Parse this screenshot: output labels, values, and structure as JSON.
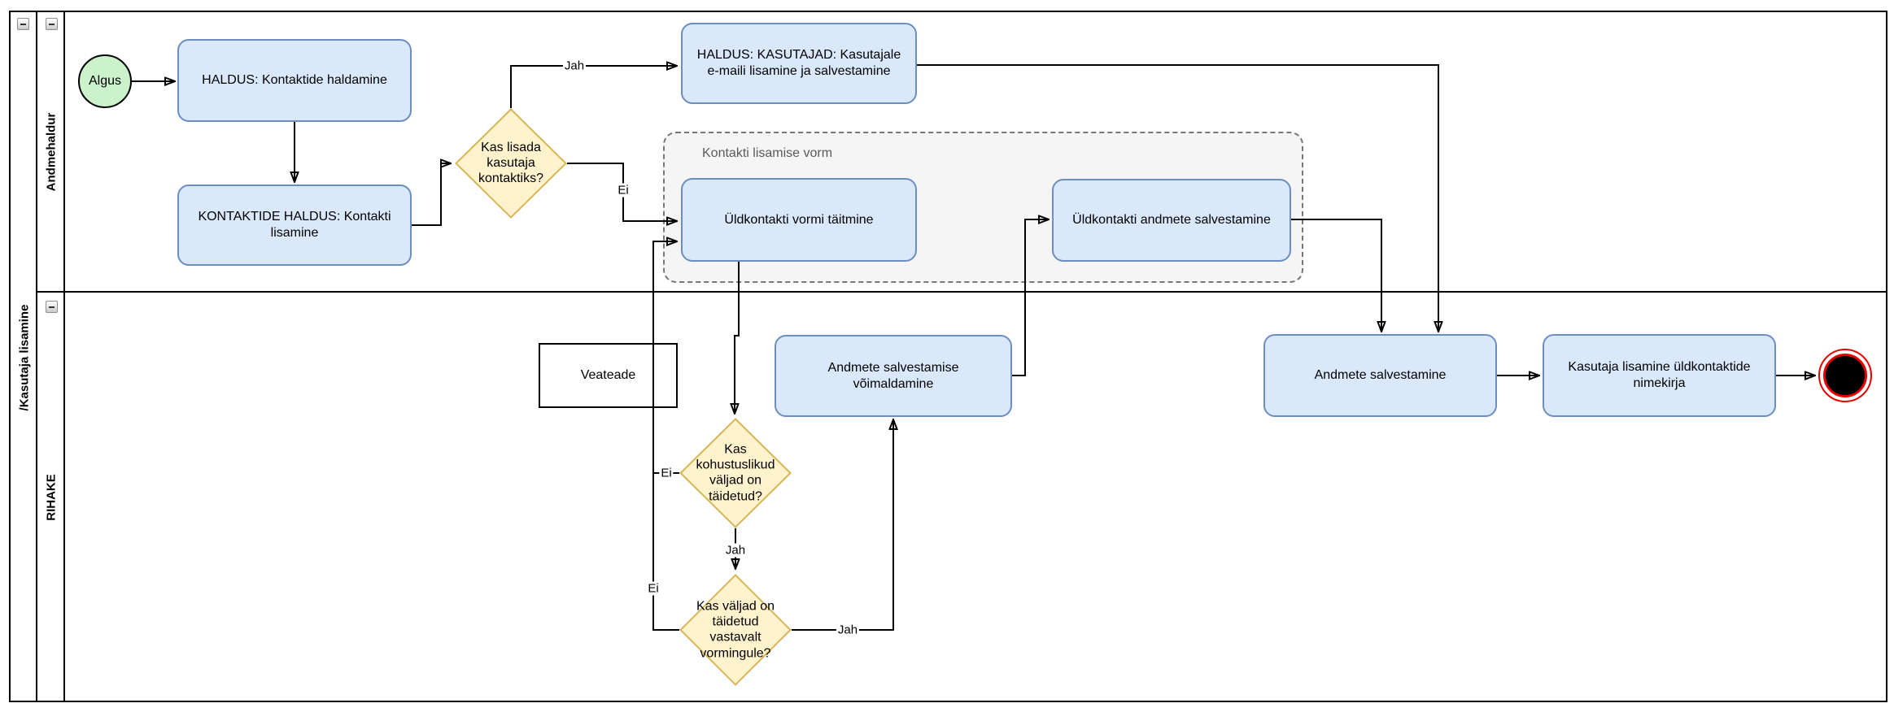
{
  "diagram": {
    "pool": {
      "label": "/Kasutaja lisamine"
    },
    "lanes": [
      {
        "label": "Andmehaldur"
      },
      {
        "label": "RIHAKE"
      }
    ],
    "nodes": {
      "start": {
        "type": "start-event",
        "label": "Algus"
      },
      "haldus_kontaktide": {
        "type": "task",
        "label": "HALDUS: Kontaktide haldamine"
      },
      "kontaktide_haldus": {
        "type": "task",
        "label": "KONTAKTIDE HALDUS: Kontakti lisamine"
      },
      "kas_lisada_kontaktiks": {
        "type": "decision",
        "label": "Kas lisada kasutaja kontaktiks?"
      },
      "haldus_kasutajad": {
        "type": "task",
        "label": "HALDUS: KASUTAJAD: Kasutajale e-maili lisamine ja salvestamine"
      },
      "group_vorm": {
        "type": "group",
        "label": "Kontakti lisamise vorm"
      },
      "vormi_taitmine": {
        "type": "task",
        "label": "Üldkontakti vormi täitmine"
      },
      "uldkontakti_andmete_salvestamine": {
        "type": "task",
        "label": "Üldkontakti andmete salvestamine"
      },
      "veateade": {
        "type": "note",
        "label": "Veateade"
      },
      "salvestamise_voimaldamine": {
        "type": "task",
        "label": "Andmete salvestamise võimaldamine"
      },
      "kas_kohustuslikud": {
        "type": "decision",
        "label": "Kas kohustuslikud väljad on täidetud?"
      },
      "kas_vormingule": {
        "type": "decision",
        "label": "Kas väljad on täidetud vastavalt vormingule?"
      },
      "andmete_salvestamine": {
        "type": "task",
        "label": "Andmete salvestamine"
      },
      "kasutaja_nimekirja": {
        "type": "task",
        "label": "Kasutaja lisamine üldkontaktide nimekirja"
      },
      "end": {
        "type": "end-event"
      }
    },
    "edge_labels": {
      "jah_to_kasutajad": "Jah",
      "ei_to_vorm": "Ei",
      "ei_kohustuslikud": "Ei",
      "ei_vormingule": "Ei",
      "jah_kohustuslikud": "Jah",
      "jah_vormingule": "Jah"
    },
    "colors": {
      "task_fill": "#dae8fc",
      "task_stroke": "#6c8ebf",
      "decision_fill": "#fff2cc",
      "decision_stroke": "#d6b656",
      "start_fill": "#ccf2cc",
      "start_stroke": "#000000",
      "end_stroke": "#e60000",
      "end_fill": "#000000",
      "group_fill": "#f5f5f5",
      "group_stroke": "#777777",
      "group_text": "#595959",
      "line": "#000000"
    }
  }
}
